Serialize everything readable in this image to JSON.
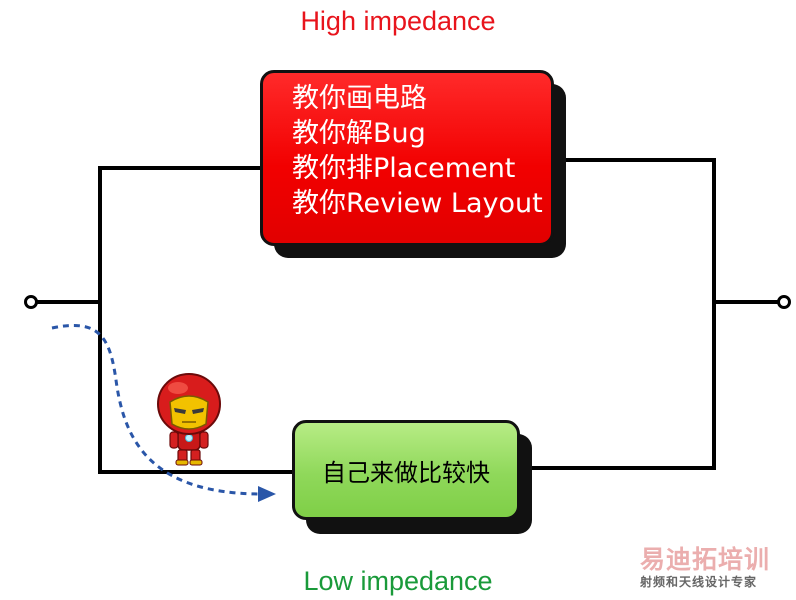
{
  "labels": {
    "high": "High impedance",
    "low": "Low impedance"
  },
  "high_path_box": {
    "lines": [
      "教你画电路",
      "教你解Bug",
      "教你排Placement",
      "教你Review Layout"
    ]
  },
  "low_path_box": {
    "text": "自己来做比较快"
  },
  "watermark": {
    "main": "易迪拓培训",
    "sub": "射频和天线设计专家"
  },
  "colors": {
    "high_label": "#e8141c",
    "low_label": "#1a9a3a",
    "red_box": "#f20000",
    "green_box": "#8fd85a",
    "current_arrow": "#2a56a8"
  },
  "icons": [
    "terminal-left-icon",
    "terminal-right-icon",
    "iron-man-character-icon",
    "current-flow-arrow-icon"
  ]
}
